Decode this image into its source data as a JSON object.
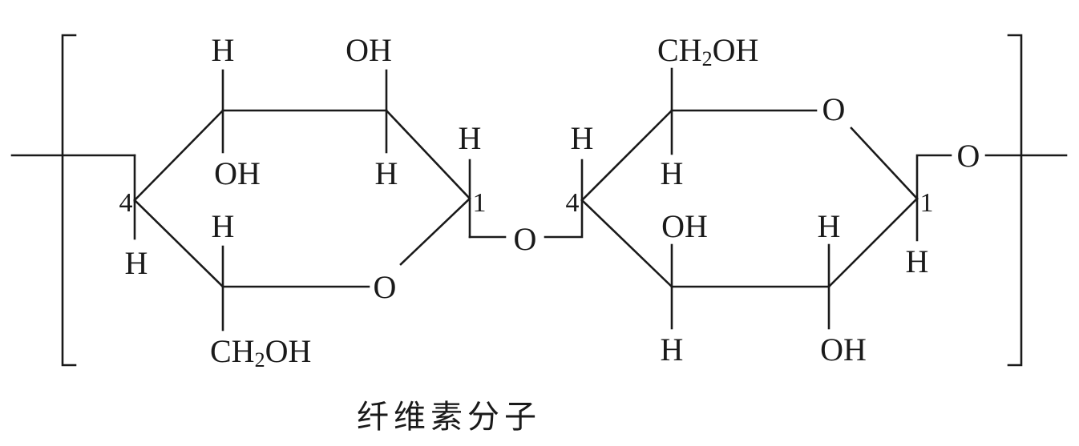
{
  "diagram": {
    "caption": "纤维素分子",
    "left_unit": {
      "c2_top_h": "H",
      "c3_top_oh": "OH",
      "c2_mid_oh": "OH",
      "c3_mid_h": "H",
      "c1_h": "H",
      "c4_label": "4",
      "c1_label": "1",
      "c4_h_below": "H",
      "c5_h": "H",
      "ring_o": "O",
      "ch2oh_main": "CH",
      "ch2oh_sub": "2",
      "ch2oh_tail": "OH"
    },
    "bridge_o": "O",
    "right_unit": {
      "ch2oh_main": "CH",
      "ch2oh_sub": "2",
      "ch2oh_tail": "OH",
      "ring_o": "O",
      "c4_h_above": "H",
      "c4_label": "4",
      "c5_h": "H",
      "c3_oh": "OH",
      "c2_h": "H",
      "c1_label": "1",
      "c1_h_below": "H",
      "c3_h_bottom": "H",
      "c2_oh_bottom": "OH"
    },
    "end_o": "O"
  }
}
